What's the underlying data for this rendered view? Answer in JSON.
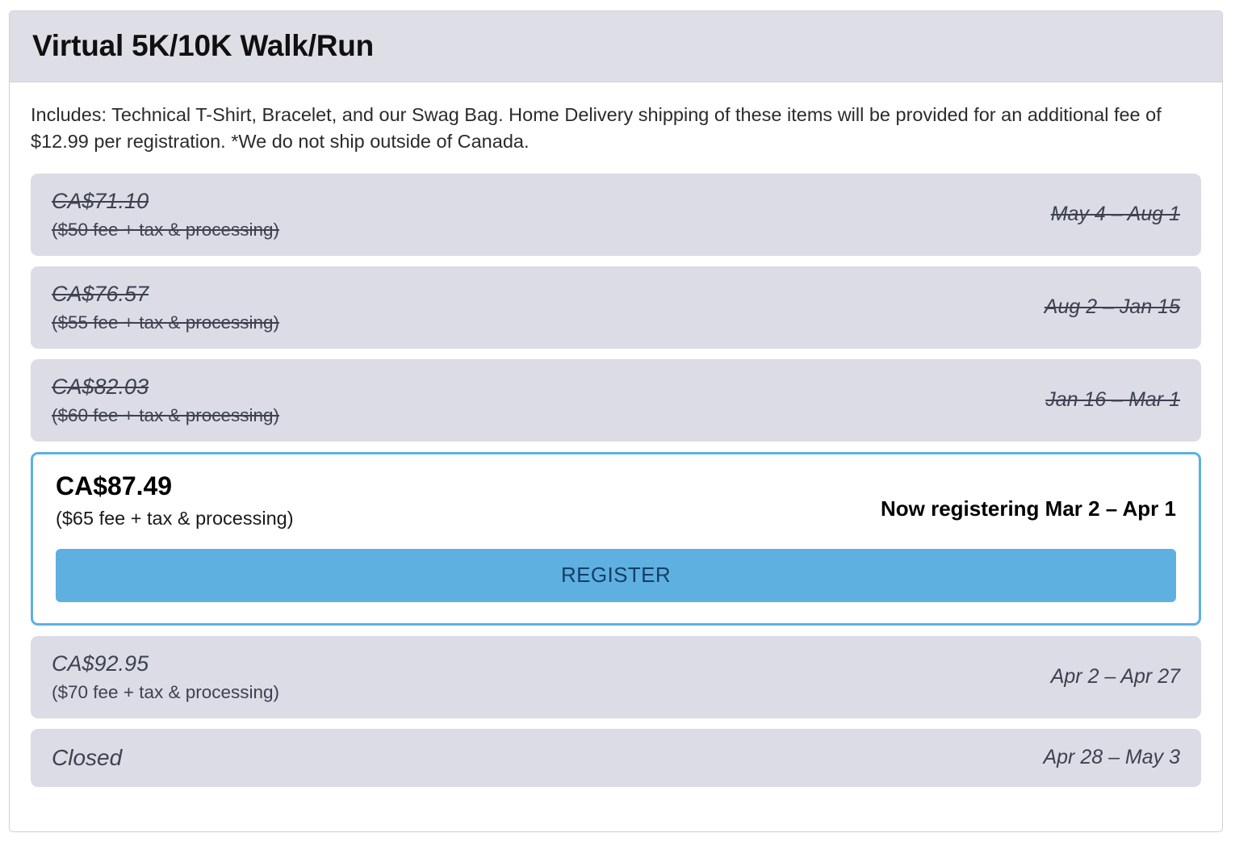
{
  "header": {
    "title": "Virtual 5K/10K Walk/Run"
  },
  "description": "Includes: Technical T-Shirt, Bracelet, and our Swag Bag. Home Delivery shipping of these items will be provided for an additional fee of $12.99 per registration. *We do not ship outside of Canada.",
  "colors": {
    "header_background": "#dedee6",
    "tier_background": "#dcdce6",
    "accent_blue": "#5eb0e0",
    "register_label_color": "#153f66",
    "muted_text": "#3d4150"
  },
  "tiers": [
    {
      "price": "CA$71.10",
      "sub": "($50 fee + tax & processing)",
      "date": "May 4 – Aug 1",
      "state": "expired"
    },
    {
      "price": "CA$76.57",
      "sub": "($55 fee + tax & processing)",
      "date": "Aug 2 – Jan 15",
      "state": "expired"
    },
    {
      "price": "CA$82.03",
      "sub": "($60 fee + tax & processing)",
      "date": "Jan 16 – Mar 1",
      "state": "expired"
    }
  ],
  "active_tier": {
    "price": "CA$87.49",
    "sub": "($65 fee + tax & processing)",
    "status": "Now registering Mar 2 – Apr 1",
    "register_label": "REGISTER",
    "state": "active"
  },
  "upcoming_tiers": [
    {
      "price": "CA$92.95",
      "sub": "($70 fee + tax & processing)",
      "date": "Apr 2 – Apr 27",
      "state": "upcoming"
    }
  ],
  "closed_tier": {
    "price": "Closed",
    "date": "Apr 28 – May 3",
    "state": "closed"
  }
}
